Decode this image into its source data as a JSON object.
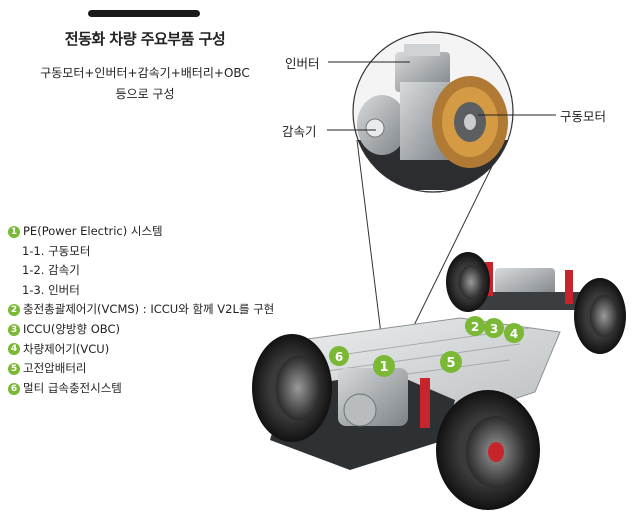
{
  "header": {
    "title": "전동화 차량 주요부품 구성",
    "subtitle_line1": "구동모터+인버터+감속기+배터리+OBC",
    "subtitle_line2": "등으로 구성"
  },
  "callouts": {
    "inverter": "인버터",
    "reducer": "감속기",
    "motor": "구동모터"
  },
  "legend": [
    {
      "num": "1",
      "text": "PE(Power Electric) 시스템"
    },
    {
      "num": "",
      "text": "1-1. 구동모터"
    },
    {
      "num": "",
      "text": "1-2. 감속기"
    },
    {
      "num": "",
      "text": "1-3. 인버터"
    },
    {
      "num": "2",
      "text": "충전총괄제어기(VCMS) : ICCU와 함께 V2L를 구현"
    },
    {
      "num": "3",
      "text": "ICCU(양방향 OBC)"
    },
    {
      "num": "4",
      "text": "차량제어기(VCU)"
    },
    {
      "num": "5",
      "text": "고전압배터리"
    },
    {
      "num": "6",
      "text": "멀티 급속충전시스템"
    }
  ],
  "markers": [
    "1",
    "2",
    "3",
    "4",
    "5",
    "6"
  ],
  "colors": {
    "marker_green": "#7ab836",
    "spring_red": "#c8242b"
  }
}
